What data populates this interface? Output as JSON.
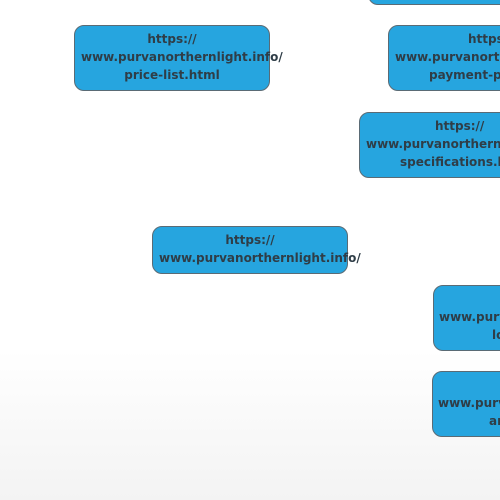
{
  "nodes": {
    "top_edge": {
      "lines": []
    },
    "price_list": {
      "lines": [
        "https://",
        "www.purvanorthernlight.info/",
        "price-list.html"
      ]
    },
    "payment_plan": {
      "lines": [
        "https:",
        "www.purvanorthe",
        "payment-pla"
      ]
    },
    "specifications": {
      "lines": [
        "https://",
        "www.purvanorthernlig",
        "specifications.ht"
      ]
    },
    "root": {
      "lines": [
        "https://",
        "www.purvanorthernlight.info/"
      ]
    },
    "location": {
      "lines": [
        "",
        "www.purv",
        "lo"
      ]
    },
    "amenities": {
      "lines": [
        "",
        "www.purv",
        "am"
      ]
    }
  },
  "colors": {
    "node_fill": "#26a5df",
    "node_border": "#5a6b75",
    "node_text": "#2f3d47",
    "background": "#ffffff"
  }
}
